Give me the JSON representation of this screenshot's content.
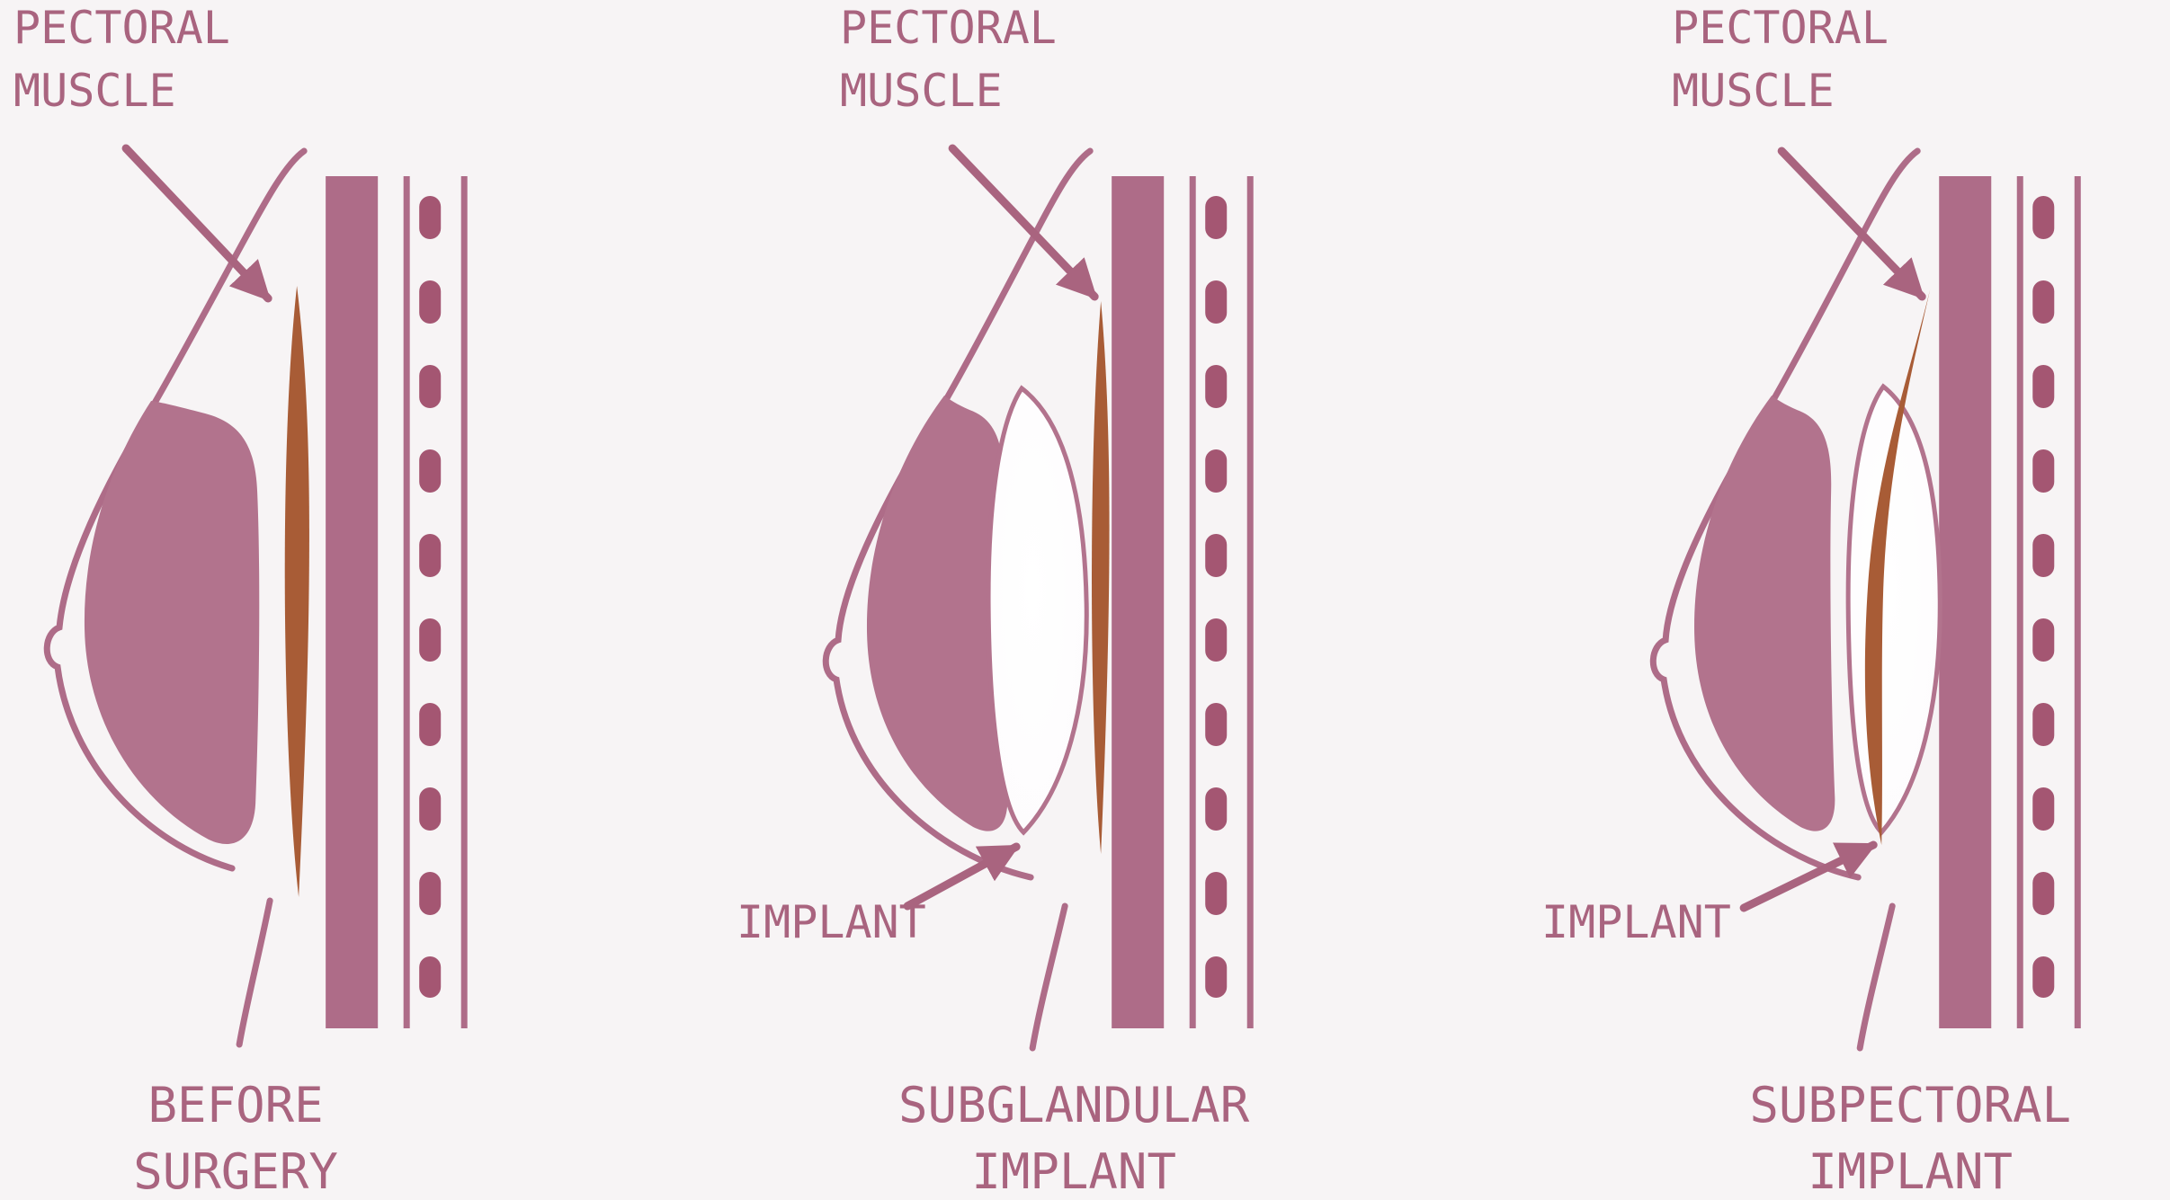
{
  "colors": {
    "background": "#f7f4f5",
    "mauve_outline": "#ae6c88",
    "mauve_text": "#a9647f",
    "breast_tissue_fill": "#b2738d",
    "vertebrae_fill": "#a45672",
    "pectoral_muscle_fill": "#a85c36",
    "implant_fill": "#fdfcfd",
    "implant_stroke": "#b2738d"
  },
  "panels": [
    {
      "id": "before-surgery",
      "muscle_label": [
        "PECTORAL",
        "MUSCLE"
      ],
      "caption": [
        "BEFORE",
        "SURGERY"
      ],
      "parts": [
        "breast-tissue",
        "pectoral-muscle",
        "chest-wall",
        "spine"
      ]
    },
    {
      "id": "subglandular-implant",
      "muscle_label": [
        "PECTORAL",
        "MUSCLE"
      ],
      "implant_label": "IMPLANT",
      "caption": [
        "SUBGLANDULAR",
        "IMPLANT"
      ],
      "parts": [
        "breast-tissue",
        "implant",
        "pectoral-muscle",
        "chest-wall",
        "spine"
      ]
    },
    {
      "id": "subpectoral-implant",
      "muscle_label": [
        "PECTORAL",
        "MUSCLE"
      ],
      "implant_label": "IMPLANT",
      "caption": [
        "SUBPECTORAL",
        "IMPLANT"
      ],
      "parts": [
        "breast-tissue",
        "pectoral-muscle",
        "implant",
        "chest-wall",
        "spine"
      ]
    }
  ]
}
